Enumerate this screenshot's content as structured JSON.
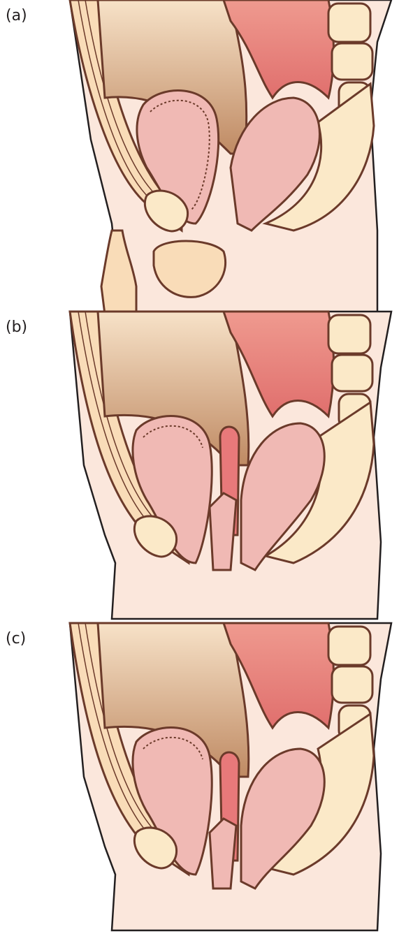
{
  "figure": {
    "panels": [
      {
        "id": "a",
        "label": "(a)",
        "variant": "male"
      },
      {
        "id": "b",
        "label": "(b)",
        "variant": "female"
      },
      {
        "id": "c",
        "label": "(c)",
        "variant": "female-prolapse"
      }
    ]
  },
  "palette": {
    "outline": "#6b3a2a",
    "skin": "#fbe7dc",
    "fat": "#f9dcb8",
    "cavity_top": "#f7e2c8",
    "cavity_bottom": "#bf8a63",
    "muscle_light": "#eec8b5",
    "organ_pink": "#f0b9b4",
    "organ_red": "#e8797a",
    "bowel": "#f08d86",
    "bone": "#fbe9c8",
    "bone_speckle": "#e6c79b"
  }
}
